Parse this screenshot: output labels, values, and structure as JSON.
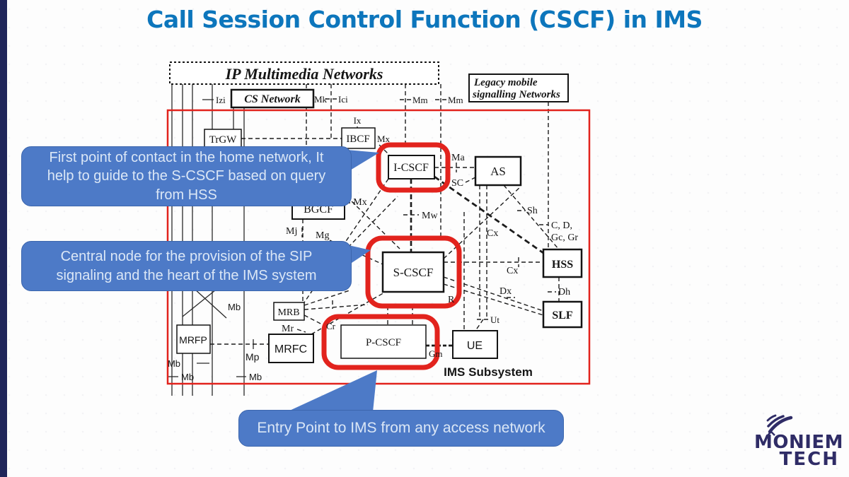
{
  "slide": {
    "title": "Call Session Control Function (CSCF) in IMS"
  },
  "colors": {
    "title_blue": "#0d76bc",
    "callout_fill": "#4d7ac7",
    "callout_text": "#dbe7f6",
    "highlight_red": "#e2231d",
    "logo_navy": "#2f2c66",
    "sidebar_navy": "#20265a"
  },
  "callouts": [
    {
      "text": "First point of contact in the home network, It help to guide to the S-CSCF based on query from HSS"
    },
    {
      "text": "Central node for the provision of the SIP signaling and the heart of the IMS system"
    },
    {
      "text": "Entry Point to IMS from any access network"
    }
  ],
  "diagram": {
    "networks": {
      "ip_multimedia": "IP Multimedia Networks",
      "cs_network": "CS Network",
      "legacy_line1": "Legacy mobile",
      "legacy_line2": "signalling Networks"
    },
    "subsystem_label": "IMS Subsystem",
    "nodes": {
      "trgw": "TrGW",
      "ibcf": "IBCF",
      "icscf": "I-CSCF",
      "as": "AS",
      "bgcf": "BGCF",
      "scscf": "S-CSCF",
      "hss": "HSS",
      "slf": "SLF",
      "mrb": "MRB",
      "mrfp": "MRFP",
      "mrfc": "MRFC",
      "pcscf": "P-CSCF",
      "ue": "UE"
    },
    "interfaces": {
      "izi": "Izi",
      "ix": "Ix",
      "mk": "Mk",
      "ici": "Ici",
      "mm_a": "Mm",
      "mm_b": "Mm",
      "mx_ibcf": "Mx",
      "ma": "Ma",
      "sc": "SC",
      "mx_mid": "Mx",
      "mw": "Mw",
      "mj": "Mj",
      "mg": "Mg",
      "sh": "Sh",
      "cd": "C, D,",
      "gcgr": "Gc, Gr",
      "cx_a": "Cx",
      "cx_b": "Cx",
      "dx": "Dx",
      "dh": "Dh",
      "ut": "Ut",
      "r": "R",
      "mr": "Mr",
      "cr": "Cr",
      "mp": "Mp",
      "gm": "Gm",
      "mb_a": "Mb",
      "mb_b": "Mb",
      "mb_c": "Mb",
      "mb_d": "Mb"
    }
  },
  "logo": {
    "line1": "MONIEM",
    "line2": "TECH"
  }
}
